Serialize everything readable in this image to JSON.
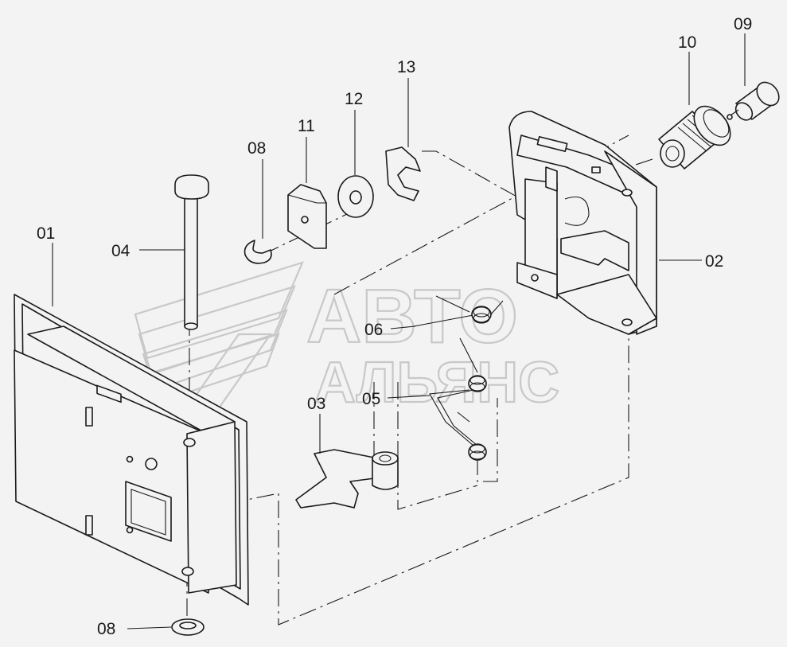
{
  "watermark": {
    "line1": "АВТО",
    "line2": "АЛЬЯНС",
    "stroke_color": "#c8c8c8"
  },
  "callouts": [
    {
      "id": "01",
      "text": "01"
    },
    {
      "id": "02",
      "text": "02"
    },
    {
      "id": "03",
      "text": "03"
    },
    {
      "id": "04",
      "text": "04"
    },
    {
      "id": "05",
      "text": "05"
    },
    {
      "id": "06",
      "text": "06"
    },
    {
      "id": "08a",
      "text": "08"
    },
    {
      "id": "08b",
      "text": "08"
    },
    {
      "id": "09",
      "text": "09"
    },
    {
      "id": "10",
      "text": "10"
    },
    {
      "id": "11",
      "text": "11"
    },
    {
      "id": "12",
      "text": "12"
    },
    {
      "id": "13",
      "text": "13"
    }
  ],
  "colors": {
    "background": "#f3f3f3",
    "line": "#1a1a1a"
  }
}
